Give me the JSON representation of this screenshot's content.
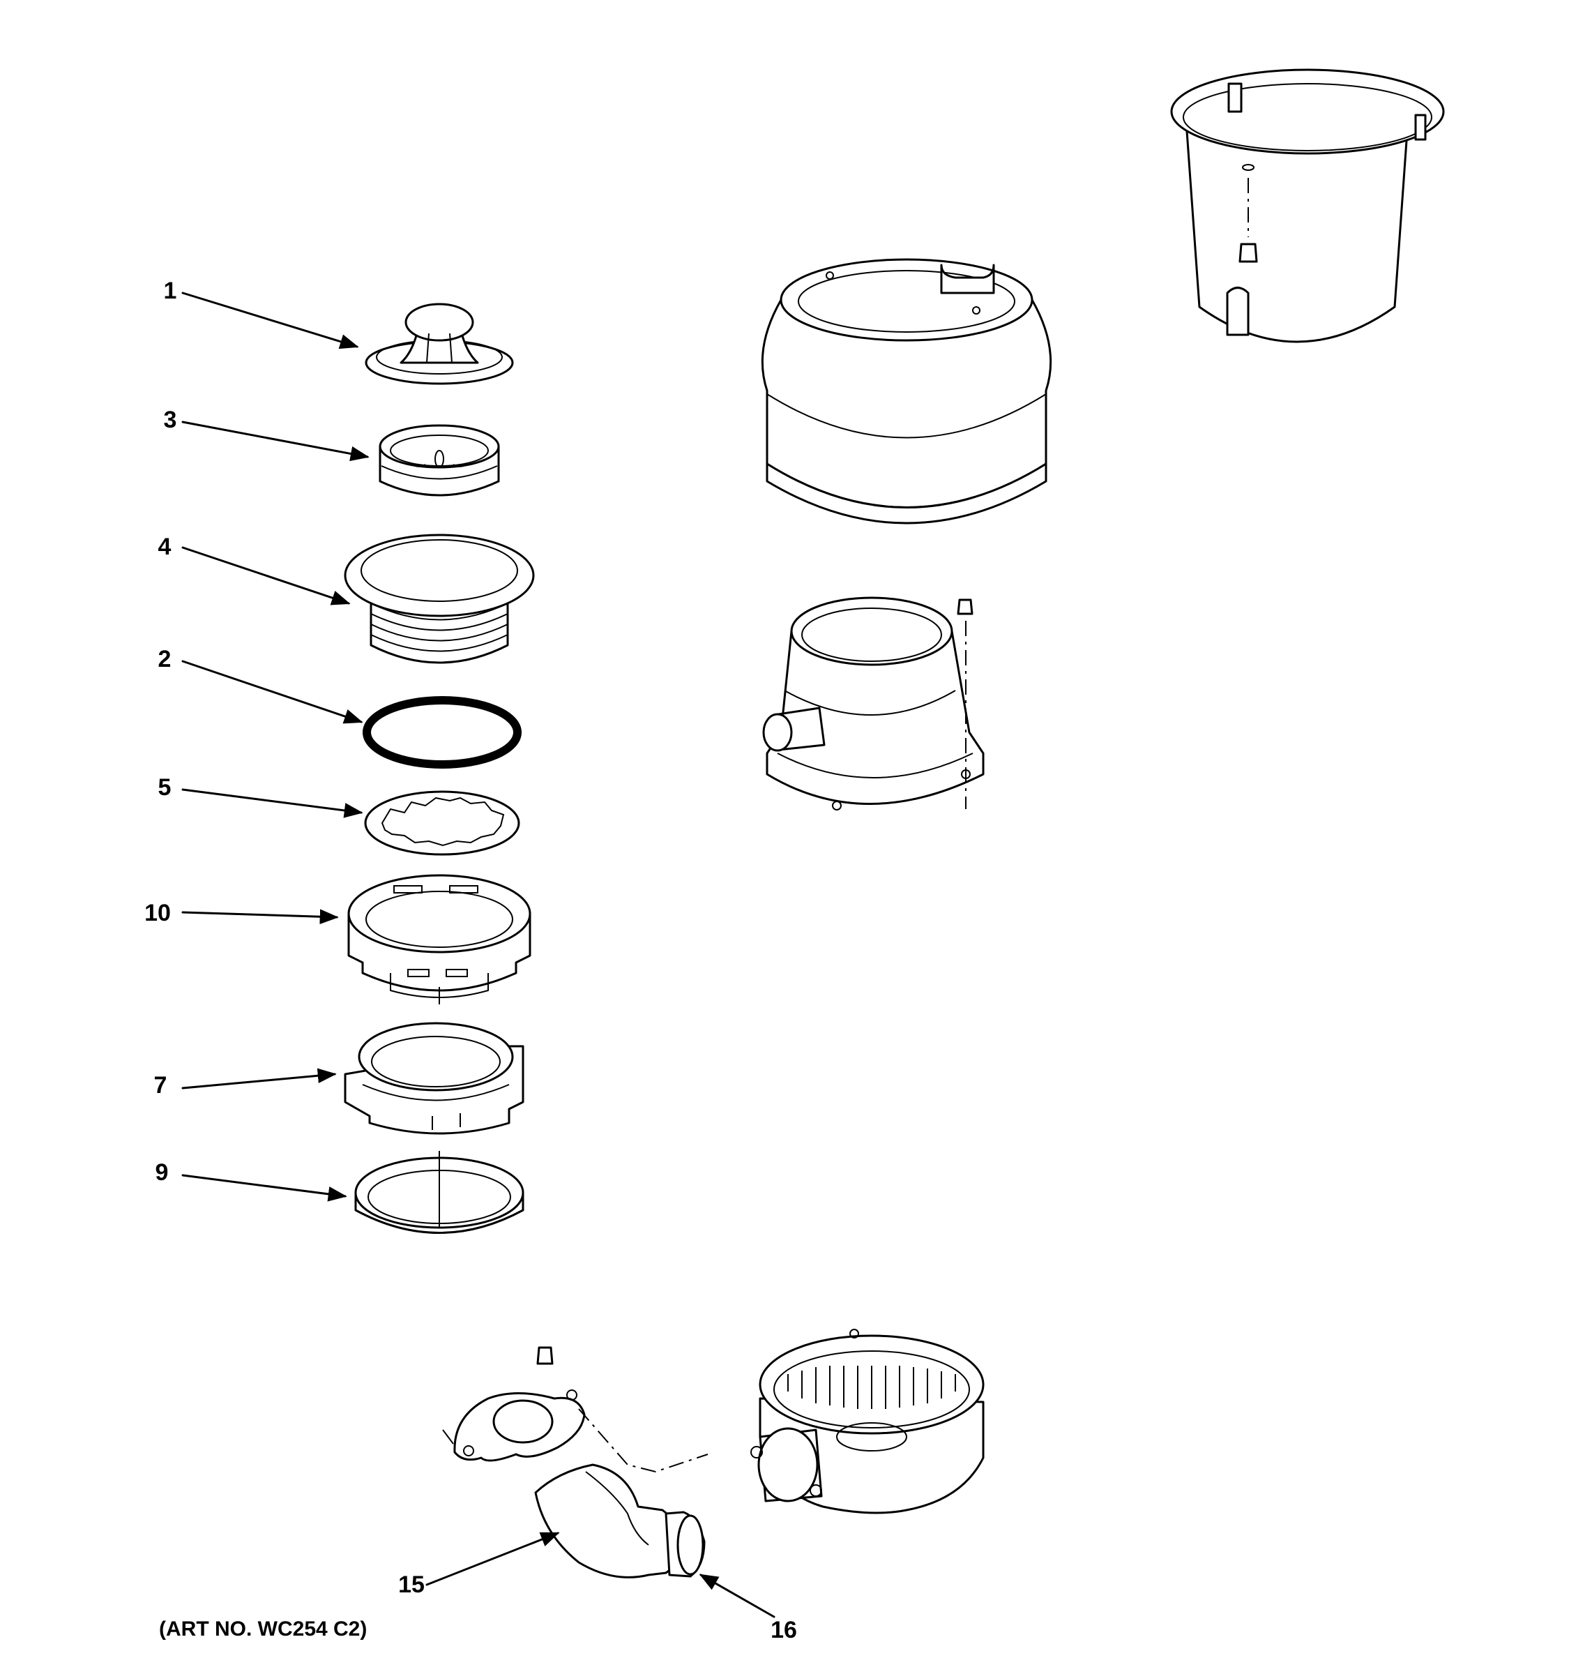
{
  "callouts": {
    "c1": "1",
    "c3": "3",
    "c4": "4",
    "c2": "2",
    "c5": "5",
    "c10": "10",
    "c7": "7",
    "c9": "9",
    "c15": "15",
    "c16": "16"
  },
  "caption": "(ART NO. WC254 C2)",
  "colors": {
    "line": "#000000",
    "background": "#ffffff"
  }
}
